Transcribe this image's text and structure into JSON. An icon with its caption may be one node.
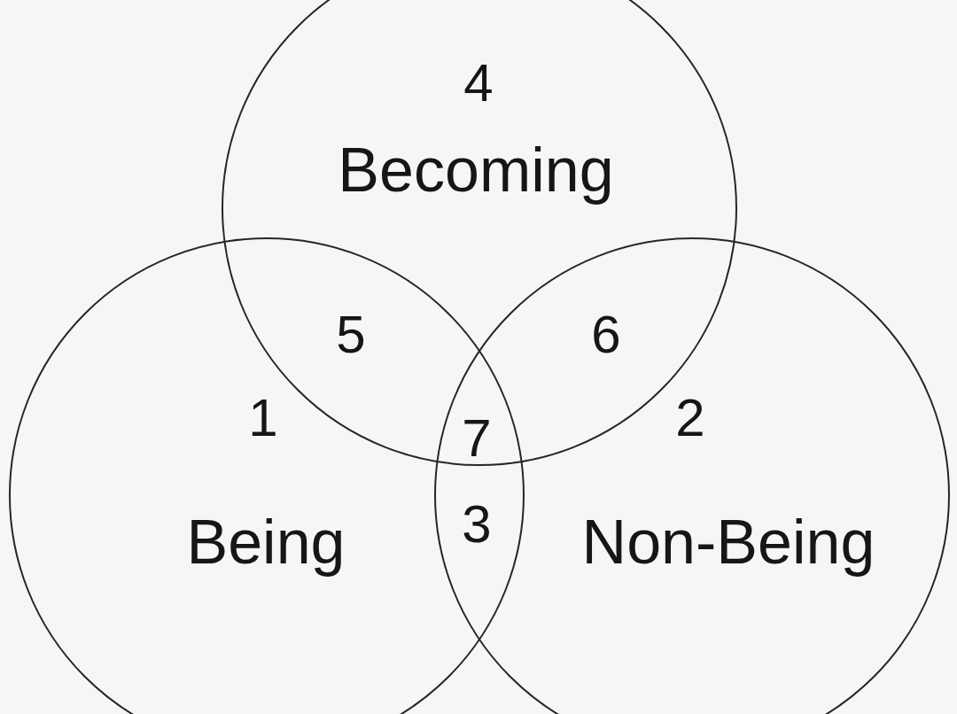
{
  "diagram": {
    "nodes": [
      {
        "text": [
          "4",
          "Becoming"
        ]
      },
      {
        "text": [
          "1",
          "Being"
        ]
      },
      {
        "text": [
          "2",
          "Non-Being"
        ]
      }
    ],
    "edges": [],
    "labels": [
      "5",
      "6",
      "7",
      "3"
    ]
  }
}
